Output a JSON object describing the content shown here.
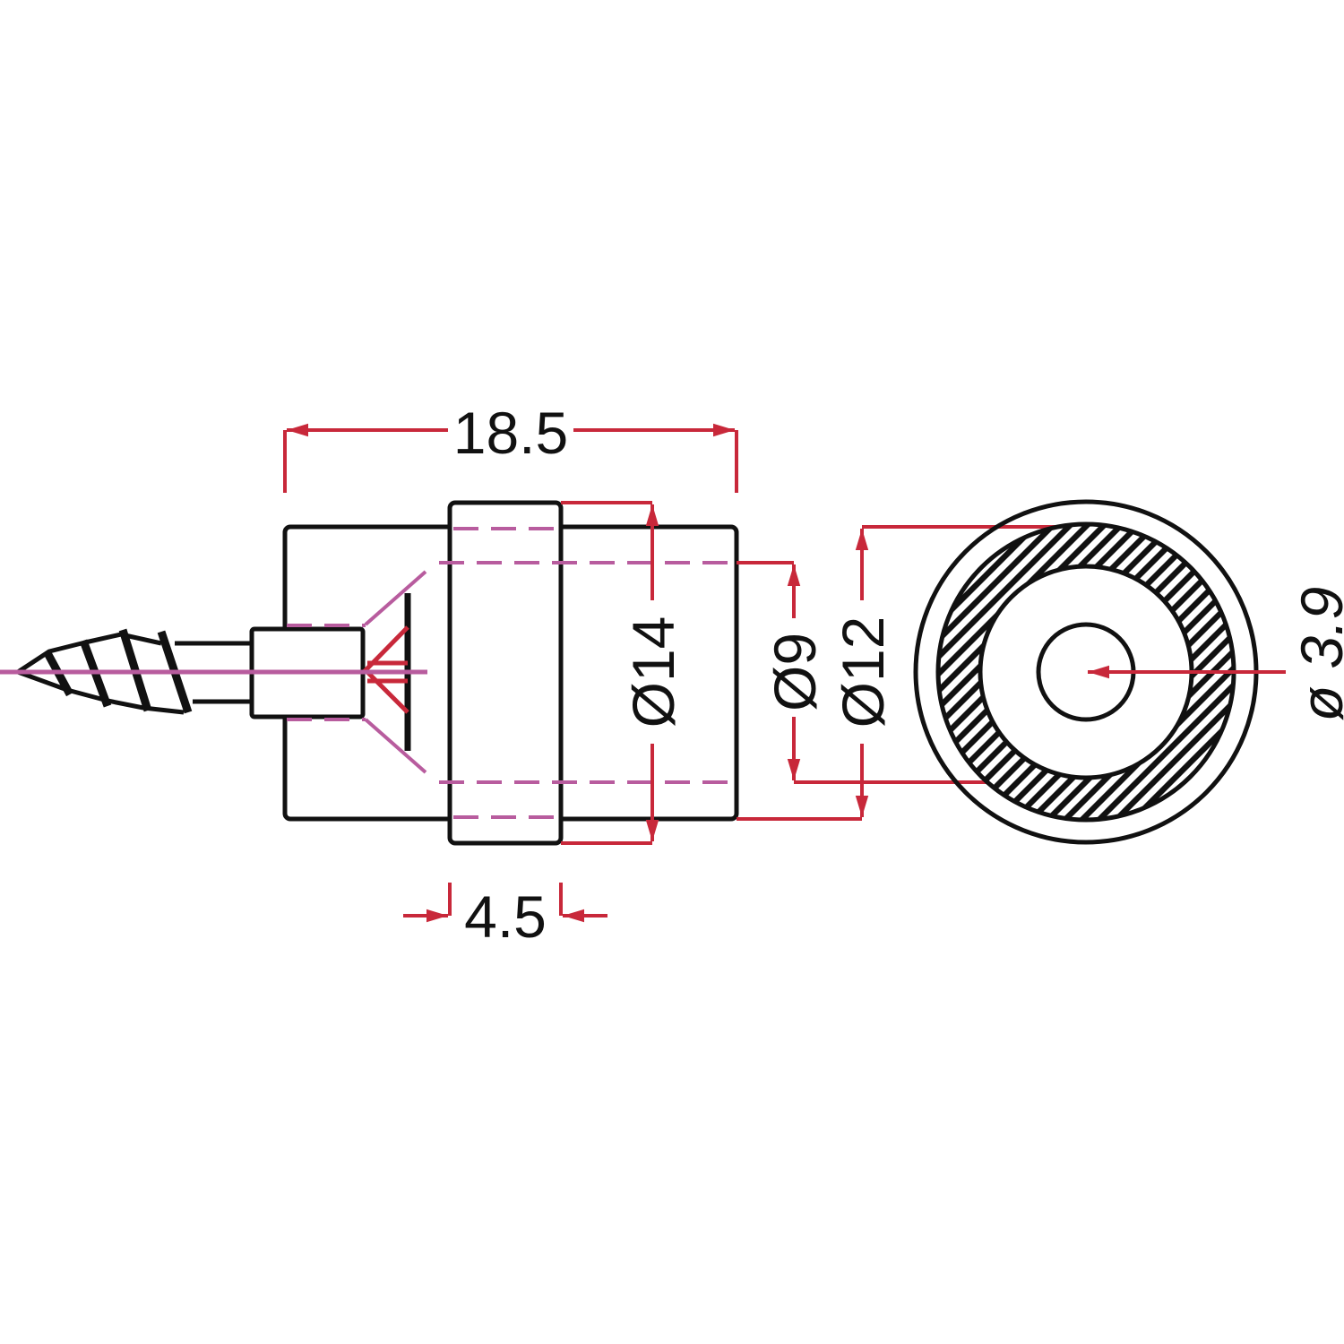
{
  "drawing": {
    "title": "Magnetic holder with countersunk wood screw",
    "dimensions": {
      "overall_length": "18.5",
      "collar_width": "4.5",
      "collar_diameter": "Ø14",
      "bore_diameter": "Ø9",
      "body_diameter": "Ø12",
      "hole_diameter": "ø 3.9"
    },
    "colors": {
      "outline": "#111111",
      "dimension": "#c8283a",
      "hidden": "#b85c9e"
    }
  }
}
